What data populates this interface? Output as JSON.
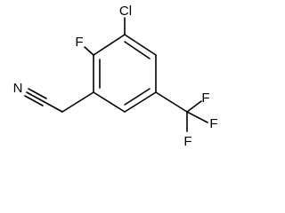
{
  "molecule": {
    "atoms": {
      "chlorine": "Cl",
      "fluorine_ring": "F",
      "nitrogen": "N",
      "cf3_fluorine_top": "F",
      "cf3_fluorine_right": "F",
      "cf3_fluorine_bottom": "F"
    }
  }
}
